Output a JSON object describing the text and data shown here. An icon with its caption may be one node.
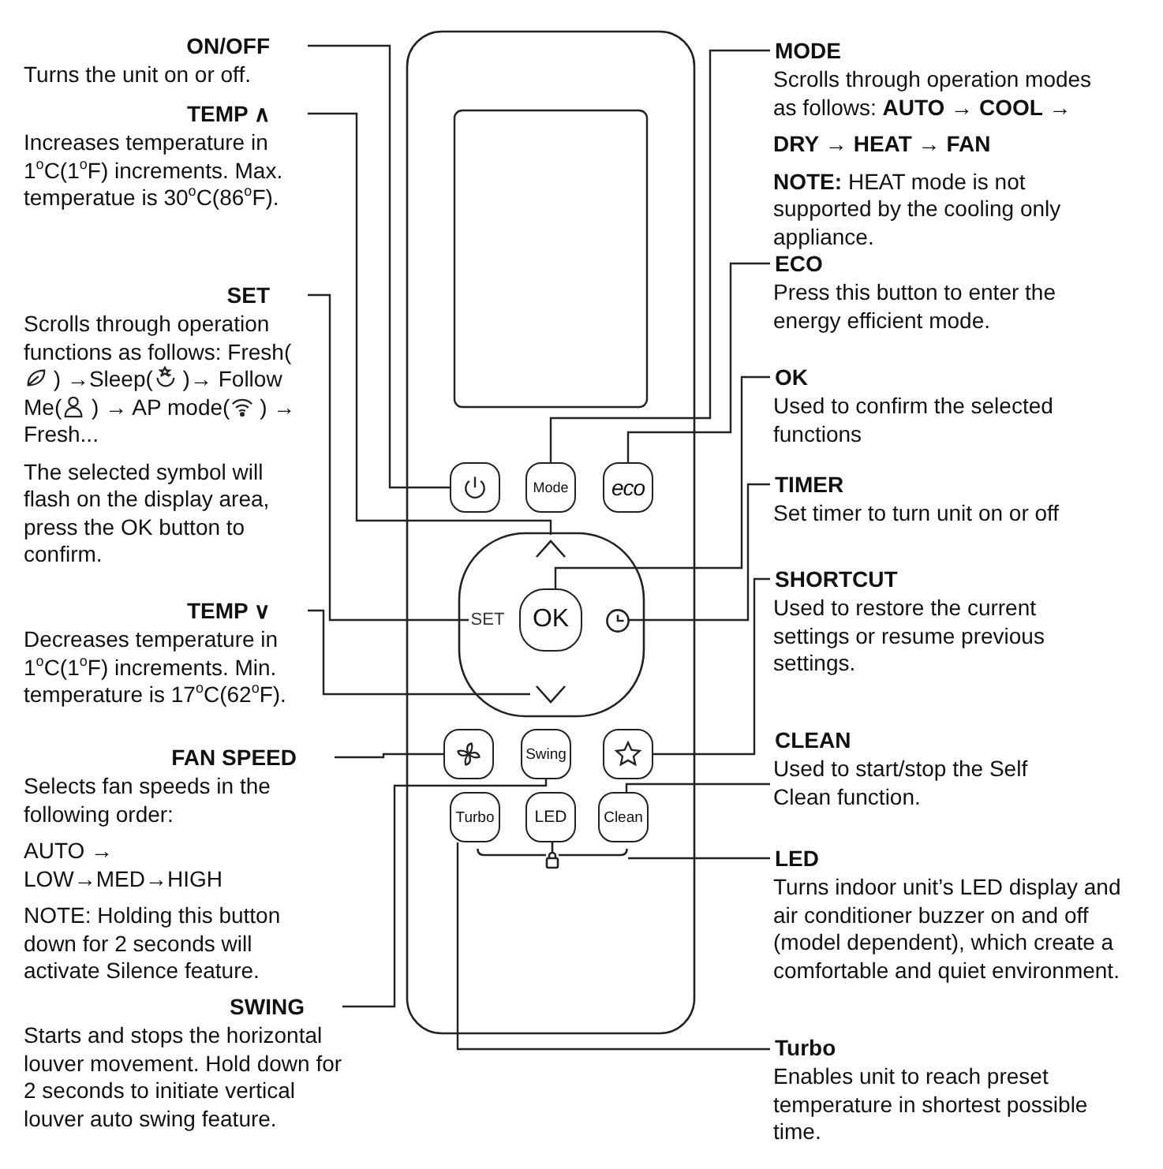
{
  "diagram": {
    "nodes": [
      {
        "text": [
          "ON/OFF",
          "Turns the unit on or off."
        ]
      },
      {
        "text": [
          "TEMP ∧",
          "Increases temperature in 1$^{o}$C(1$^{o}$F) increments. Max. temperatue is 30$^{o}$C(86$^{o}$F)."
        ]
      },
      {
        "text": [
          "SET",
          "Scrolls through operation functions as follows: Fresh( ) →Sleep( )→ Follow Me( ) → AP mode( ) → Fresh...",
          "The selected symbol will flash on the display area, press the OK button to confirm."
        ]
      },
      {
        "text": [
          "TEMP ∨",
          "Decreases temperature in 1$^{o}$C(1$^{o}$F) increments. Min. temperature is 17$^{o}$C(62$^{o}$F)."
        ]
      },
      {
        "text": [
          "FAN SPEED",
          "Selects fan speeds in the following order:",
          "AUTO → LOW→MED→HIGH",
          "NOTE: Holding this button down for 2 seconds will activate Silence feature."
        ]
      },
      {
        "text": [
          "SWING",
          "Starts and stops the horizontal louver movement. Hold down for 2 seconds to initiate vertical louver auto swing feature."
        ]
      },
      {
        "text": [
          "MODE",
          "Scrolls through operation modes as follows: **AUTO** → **COOL** →",
          "**DRY** → **HEAT** → **FAN**",
          "**NOTE:** HEAT mode is not supported by the cooling only appliance."
        ]
      },
      {
        "text": [
          "ECO",
          "Press this button to enter the energy efficient mode."
        ]
      },
      {
        "text": [
          "OK",
          "Used to confirm the selected functions"
        ]
      },
      {
        "text": [
          "TIMER",
          "Set timer to turn unit on or off"
        ]
      },
      {
        "text": [
          "SHORTCUT",
          "Used to restore the current settings or resume previous settings."
        ]
      },
      {
        "text": [
          "CLEAN",
          "Used to start/stop the Self Clean function."
        ]
      },
      {
        "text": [
          "LED",
          "Turns indoor unit’s LED display and air conditioner buzzer on and off (model dependent), which create a comfortable and quiet environment."
        ]
      },
      {
        "text": [
          "Turbo",
          "Enables unit to reach preset temperature in shortest possible time."
        ]
      },
      {
        "text": [],
        "shape": "box"
      },
      {
        "text": [
          "Mode"
        ]
      },
      {
        "text": [
          "eco"
        ]
      },
      {
        "text": [],
        "shape": "chevron"
      },
      {
        "text": [
          "SET"
        ]
      },
      {
        "text": [
          "OK"
        ]
      },
      {
        "text": [],
        "shape": "circle"
      },
      {
        "text": [],
        "shape": "chevron"
      },
      {
        "text": [],
        "shape": "box"
      },
      {
        "text": [
          "Swing"
        ]
      },
      {
        "text": [],
        "shape": "box"
      },
      {
        "text": [
          "Turbo"
        ]
      },
      {
        "text": [
          "LED"
        ]
      },
      {
        "text": [
          "Clean"
        ]
      },
      {
        "text": [],
        "shape": "bracket"
      }
    ],
    "edges": [
      {
        "from": 0,
        "to": 14,
        "arrow": "none"
      },
      {
        "from": 1,
        "to": 17,
        "arrow": "none"
      },
      {
        "from": 2,
        "to": 18,
        "arrow": "none"
      },
      {
        "from": 3,
        "to": 21,
        "arrow": "none"
      },
      {
        "from": 4,
        "to": 22,
        "arrow": "none"
      },
      {
        "from": 5,
        "to": 23,
        "arrow": "none"
      },
      {
        "from": 6,
        "to": 15,
        "arrow": "none"
      },
      {
        "from": 7,
        "to": 16,
        "arrow": "none"
      },
      {
        "from": 8,
        "to": 19,
        "arrow": "none"
      },
      {
        "from": 9,
        "to": 20,
        "arrow": "none"
      },
      {
        "from": 10,
        "to": 24,
        "arrow": "none"
      },
      {
        "from": 11,
        "to": 27,
        "arrow": "none"
      },
      {
        "from": 12,
        "to": 28,
        "arrow": "none"
      },
      {
        "from": 13,
        "to": 25,
        "arrow": "none"
      }
    ]
  }
}
